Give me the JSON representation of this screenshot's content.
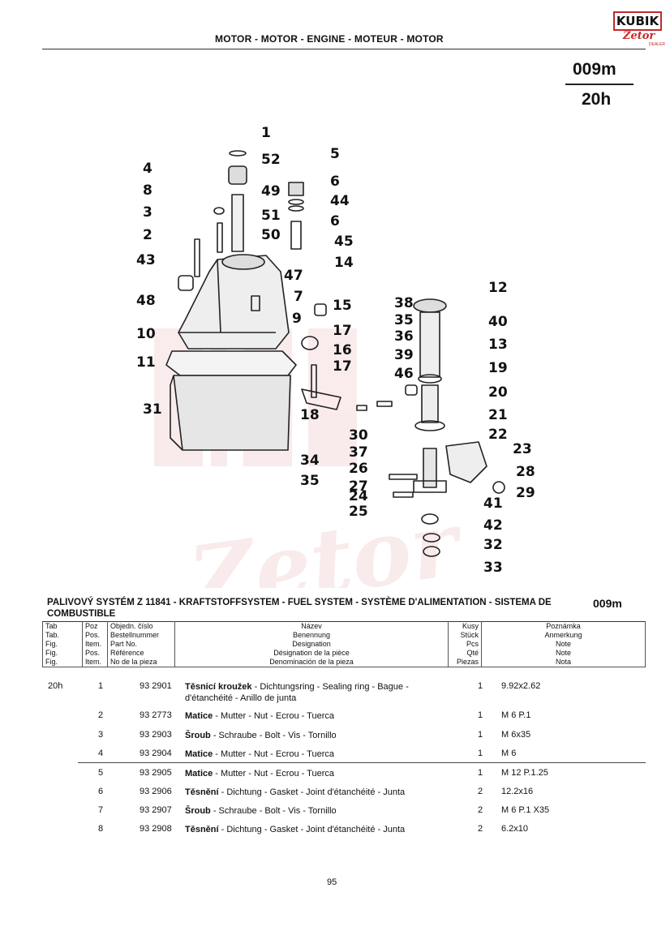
{
  "header": {
    "title": "MOTOR - MOTOR - ENGINE - MOTEUR - MOTOR",
    "code_top": "009m",
    "code_bottom": "20h"
  },
  "logo": {
    "brand": "KUBIK",
    "sub": "Zetor",
    "dealer": "DEALER"
  },
  "diagram": {
    "watermark": "Zetor",
    "callouts": [
      "1",
      "52",
      "4",
      "49",
      "8",
      "51",
      "3",
      "50",
      "2",
      "43",
      "5",
      "6",
      "44",
      "6",
      "45",
      "14",
      "47",
      "7",
      "48",
      "9",
      "10",
      "15",
      "17",
      "16",
      "17",
      "11",
      "31",
      "18",
      "34",
      "35",
      "38",
      "35",
      "36",
      "39",
      "46",
      "12",
      "40",
      "13",
      "19",
      "20",
      "21",
      "22",
      "30",
      "37",
      "23",
      "26",
      "27",
      "28",
      "24",
      "29",
      "41",
      "25",
      "42",
      "32",
      "33"
    ]
  },
  "section": {
    "title": "PALIVOVÝ SYSTÉM Z 11841 - KRAFTSTOFFSYSTEM - FUEL SYSTEM - SYSTÈME D'ALIMENTATION - SISTEMA DE COMBUSTIBLE",
    "code": "009m"
  },
  "columns": {
    "tab": [
      "Tab",
      "Tab.",
      "Fig.",
      "Fig.",
      "Fig."
    ],
    "pos": [
      "Poz",
      "Pos.",
      "Item.",
      "Pos.",
      "Item."
    ],
    "ref": [
      "Objedn. číslo",
      "Bestellnummer",
      "Part No.",
      "Référence",
      "No de la pieza"
    ],
    "name": [
      "Název",
      "Benennung",
      "Designation",
      "Désignation de la pièce",
      "Denominación de la pieza"
    ],
    "qty": [
      "Kusy",
      "Stück",
      "Pcs",
      "Qté",
      "Piezas"
    ],
    "note": [
      "Poznámka",
      "Anmerkung",
      "Note",
      "Note",
      "Nota"
    ]
  },
  "parts": [
    {
      "tab": "20h",
      "pos": "1",
      "ref": "93 2901",
      "name_cz": "Těsnicí kroužek",
      "name_rest": " - Dichtungsring - Sealing ring - Bague - d'étanchéité - Anillo de junta",
      "qty": "1",
      "note": "9.92x2.62"
    },
    {
      "tab": "",
      "pos": "2",
      "ref": "93 2773",
      "name_cz": "Matice",
      "name_rest": " - Mutter - Nut - Ecrou - Tuerca",
      "qty": "1",
      "note": "M 6 P.1"
    },
    {
      "tab": "",
      "pos": "3",
      "ref": "93 2903",
      "name_cz": "Šroub",
      "name_rest": " - Schraube - Bolt - Vis - Tornillo",
      "qty": "1",
      "note": "M 6x35"
    },
    {
      "tab": "",
      "pos": "4",
      "ref": "93 2904",
      "name_cz": "Matice",
      "name_rest": " - Mutter - Nut - Ecrou - Tuerca",
      "qty": "1",
      "note": "M 6"
    },
    {
      "tab": "",
      "pos": "5",
      "ref": "93 2905",
      "name_cz": "Matice",
      "name_rest": " - Mutter - Nut - Ecrou - Tuerca",
      "qty": "1",
      "note": "M 12 P.1.25"
    },
    {
      "tab": "",
      "pos": "6",
      "ref": "93 2906",
      "name_cz": "Těsnění",
      "name_rest": " - Dichtung - Gasket - Joint d'étanchéité - Junta",
      "qty": "2",
      "note": "12.2x16"
    },
    {
      "tab": "",
      "pos": "7",
      "ref": "93 2907",
      "name_cz": "Šroub",
      "name_rest": " - Schraube - Bolt - Vis - Tornillo",
      "qty": "2",
      "note": "M 6 P.1 X35"
    },
    {
      "tab": "",
      "pos": "8",
      "ref": "93 2908",
      "name_cz": "Těsnění",
      "name_rest": " - Dichtung - Gasket - Joint d'étanchéité - Junta",
      "qty": "2",
      "note": "6.2x10"
    }
  ],
  "footer": {
    "page_number": "95"
  }
}
